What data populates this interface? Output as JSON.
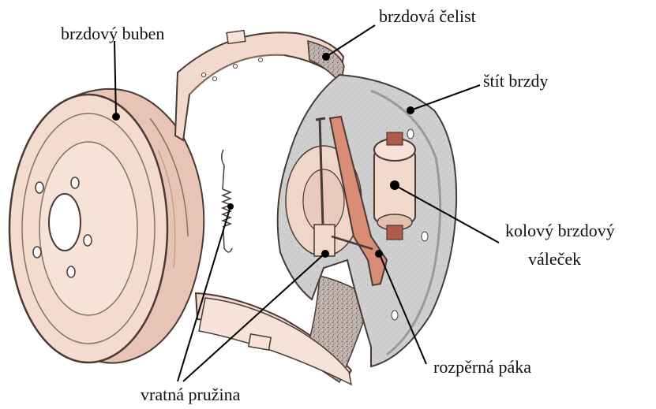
{
  "labels": {
    "drum": "brzdový buben",
    "shoe": "brzdová čelist",
    "backplate": "štít brzdy",
    "wheel_cylinder_line1": "kolový brzdový",
    "wheel_cylinder_line2": "váleček",
    "spreader_lever": "rozpěrná páka",
    "return_spring": "vratná pružina"
  },
  "colors": {
    "part_fill": "#f2d9cc",
    "part_shade": "#e3bfae",
    "outline": "#4a3a35",
    "lining": "#b7aaa4",
    "backplate": "#c9c9c9",
    "backplate_shade": "#a9a9a9",
    "lever": "#d98c75",
    "callout": "#000000"
  }
}
